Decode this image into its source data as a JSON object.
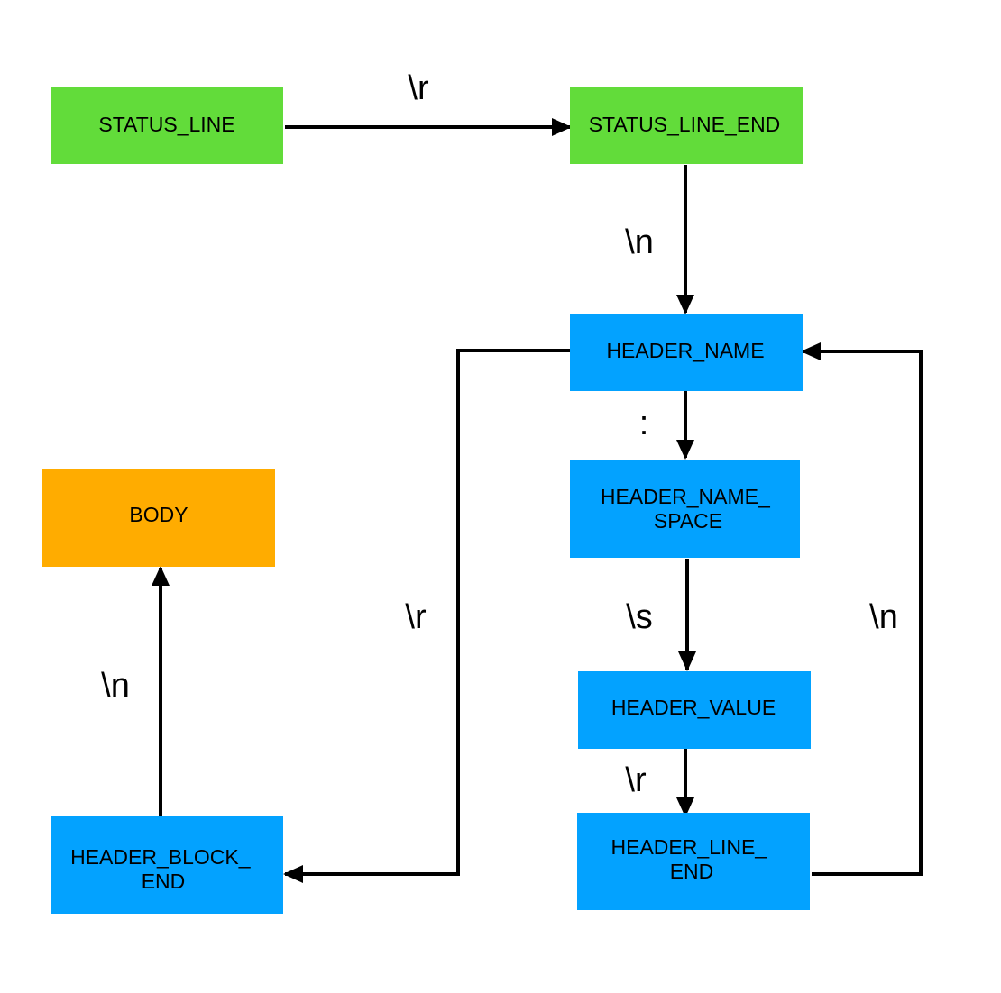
{
  "colors": {
    "status_state": "#62dc3a",
    "header_state": "#03a2ff",
    "body_state": "#ffac00",
    "arrow": "#000000"
  },
  "nodes": {
    "status_line": {
      "lines": [
        "STATUS_LINE"
      ]
    },
    "status_line_end": {
      "lines": [
        "STATUS_LINE_END"
      ]
    },
    "header_name": {
      "lines": [
        "HEADER_NAME"
      ]
    },
    "header_name_space": {
      "lines": [
        "HEADER_NAME_",
        "SPACE"
      ]
    },
    "header_value": {
      "lines": [
        "HEADER_VALUE"
      ]
    },
    "header_line_end": {
      "lines": [
        "HEADER_LINE_",
        "END"
      ]
    },
    "header_block_end": {
      "lines": [
        "HEADER_BLOCK_",
        "END"
      ]
    },
    "body": {
      "lines": [
        "BODY"
      ]
    }
  },
  "edges": {
    "status_line_to_status_line_end": {
      "from": "status_line",
      "to": "status_line_end",
      "label": "\\r"
    },
    "status_line_end_to_header_name": {
      "from": "status_line_end",
      "to": "header_name",
      "label": "\\n"
    },
    "header_name_to_header_name_space": {
      "from": "header_name",
      "to": "header_name_space",
      "label": ":"
    },
    "header_name_space_to_header_value": {
      "from": "header_name_space",
      "to": "header_value",
      "label": "\\s"
    },
    "header_value_to_header_line_end": {
      "from": "header_value",
      "to": "header_line_end",
      "label": "\\r"
    },
    "header_line_end_to_header_name": {
      "from": "header_line_end",
      "to": "header_name",
      "label": "\\n"
    },
    "header_name_to_header_block_end": {
      "from": "header_name",
      "to": "header_block_end",
      "label": "\\r"
    },
    "header_block_end_to_body": {
      "from": "header_block_end",
      "to": "body",
      "label": "\\n"
    }
  }
}
